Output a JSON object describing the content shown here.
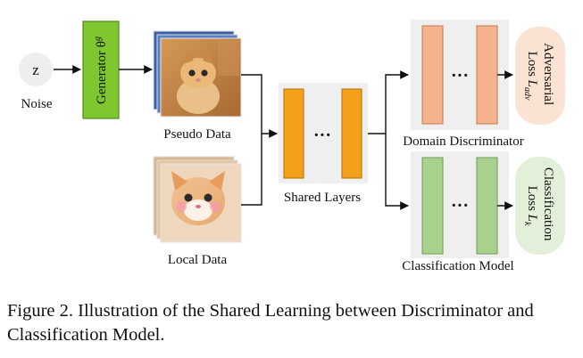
{
  "nodes": {
    "noise_symbol": "z",
    "noise_label": "Noise",
    "generator_label": "Generator θ",
    "generator_sup": "g",
    "pseudo_data_label": "Pseudo Data",
    "local_data_label": "Local Data",
    "shared_layers_label": "Shared Layers",
    "domain_discriminator_label": "Domain Discriminator",
    "classification_model_label": "Classification Model",
    "ellipsis": "···",
    "adversarial_loss_line1": "Adversarial",
    "adversarial_loss_line2": "Loss ",
    "adversarial_loss_symbol": "L",
    "adversarial_loss_sub": "adv",
    "classification_loss_line1": "Classification",
    "classification_loss_line2": "Loss ",
    "classification_loss_symbol": "L",
    "classification_loss_sub": "k"
  },
  "colors": {
    "generator": "#7ec72f",
    "shared_layer": "#f4a01a",
    "discriminator_layer": "#f4b38c",
    "classifier_layer": "#a9d18e",
    "adversarial_loss_bg": "#fbe3d3",
    "classification_loss_bg": "#e2f0d9",
    "panel_bg": "#efefef"
  },
  "caption": "Figure 2. Illustration of the Shared Learning between Discriminator and Classification Model."
}
